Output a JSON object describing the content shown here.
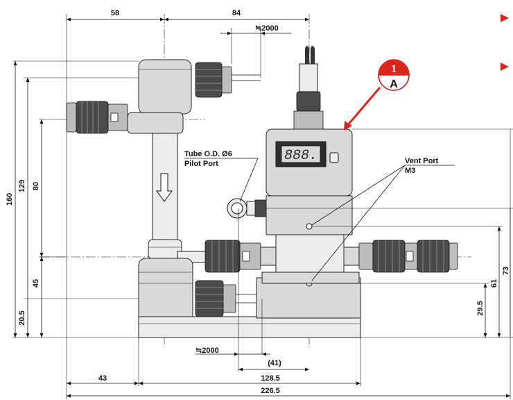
{
  "dimensions": {
    "top_left_width": "58",
    "top_right_width": "84",
    "cable_top": "≒2000",
    "cable_bottom": "≒2000",
    "base_offset": "(41)",
    "left_offset": "43",
    "base_width": "128.5",
    "total_width": "226.5",
    "total_height": "160",
    "height_129": "129",
    "height_80": "80",
    "height_45": "45",
    "height_20_5": "20.5",
    "height_29_5": "29.5",
    "height_61": "61",
    "height_73": "73"
  },
  "labels": {
    "tube_od": "Tube O.D.  Ø6",
    "pilot_port": "Pilot Port",
    "vent_port": "Vent Port",
    "vent_thread": "M3"
  },
  "callout": {
    "number": "1",
    "letter": "A"
  },
  "display": {
    "digits": "888."
  },
  "colors": {
    "callout_red": "#d9261c",
    "arrow_red": "#d9261c",
    "bullet_red": "#d9261c",
    "line": "#111111"
  }
}
